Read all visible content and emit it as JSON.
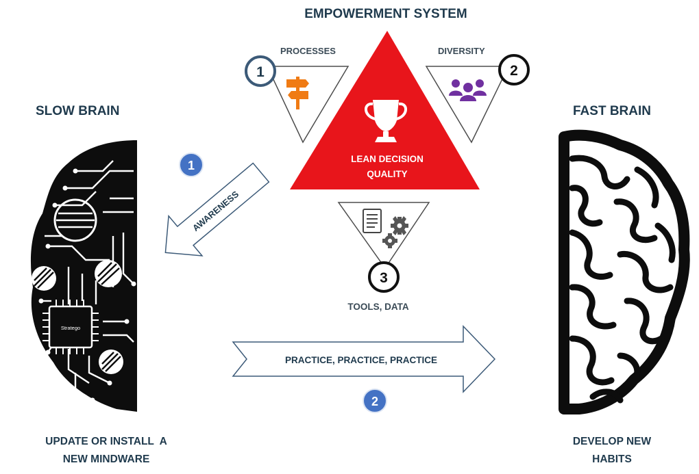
{
  "title": "EMPOWERMENT SYSTEM",
  "left": {
    "heading": "SLOW BRAIN",
    "caption_line1": "UPDATE OR INSTALL  A",
    "caption_line2": "NEW MINDWARE",
    "chip_label": "Stratego"
  },
  "right": {
    "heading": "FAST BRAIN",
    "caption_line1": "DEVELOP NEW",
    "caption_line2": "HABITS"
  },
  "triangle": {
    "center_line1": "LEAN DECISION",
    "center_line2": "QUALITY",
    "processes": {
      "number": "1",
      "label": "PROCESSES",
      "icon": "signpost-icon"
    },
    "diversity": {
      "number": "2",
      "label": "DIVERSITY",
      "icon": "people-icon"
    },
    "tools": {
      "number": "3",
      "label": "TOOLS, DATA",
      "icon": "tools-gears-icon"
    },
    "center_icon": "trophy-icon"
  },
  "arrows": {
    "awareness": {
      "number": "1",
      "label": "AWARENESS"
    },
    "practice": {
      "number": "2",
      "label": "PRACTICE, PRACTICE, PRACTICE"
    }
  },
  "colors": {
    "red": "#e8151b",
    "navy": "#1f3a4d",
    "badge_blue": "#4472c4",
    "orange": "#f07b14",
    "purple": "#7030a0",
    "outline_blue": "#3c5a78"
  }
}
